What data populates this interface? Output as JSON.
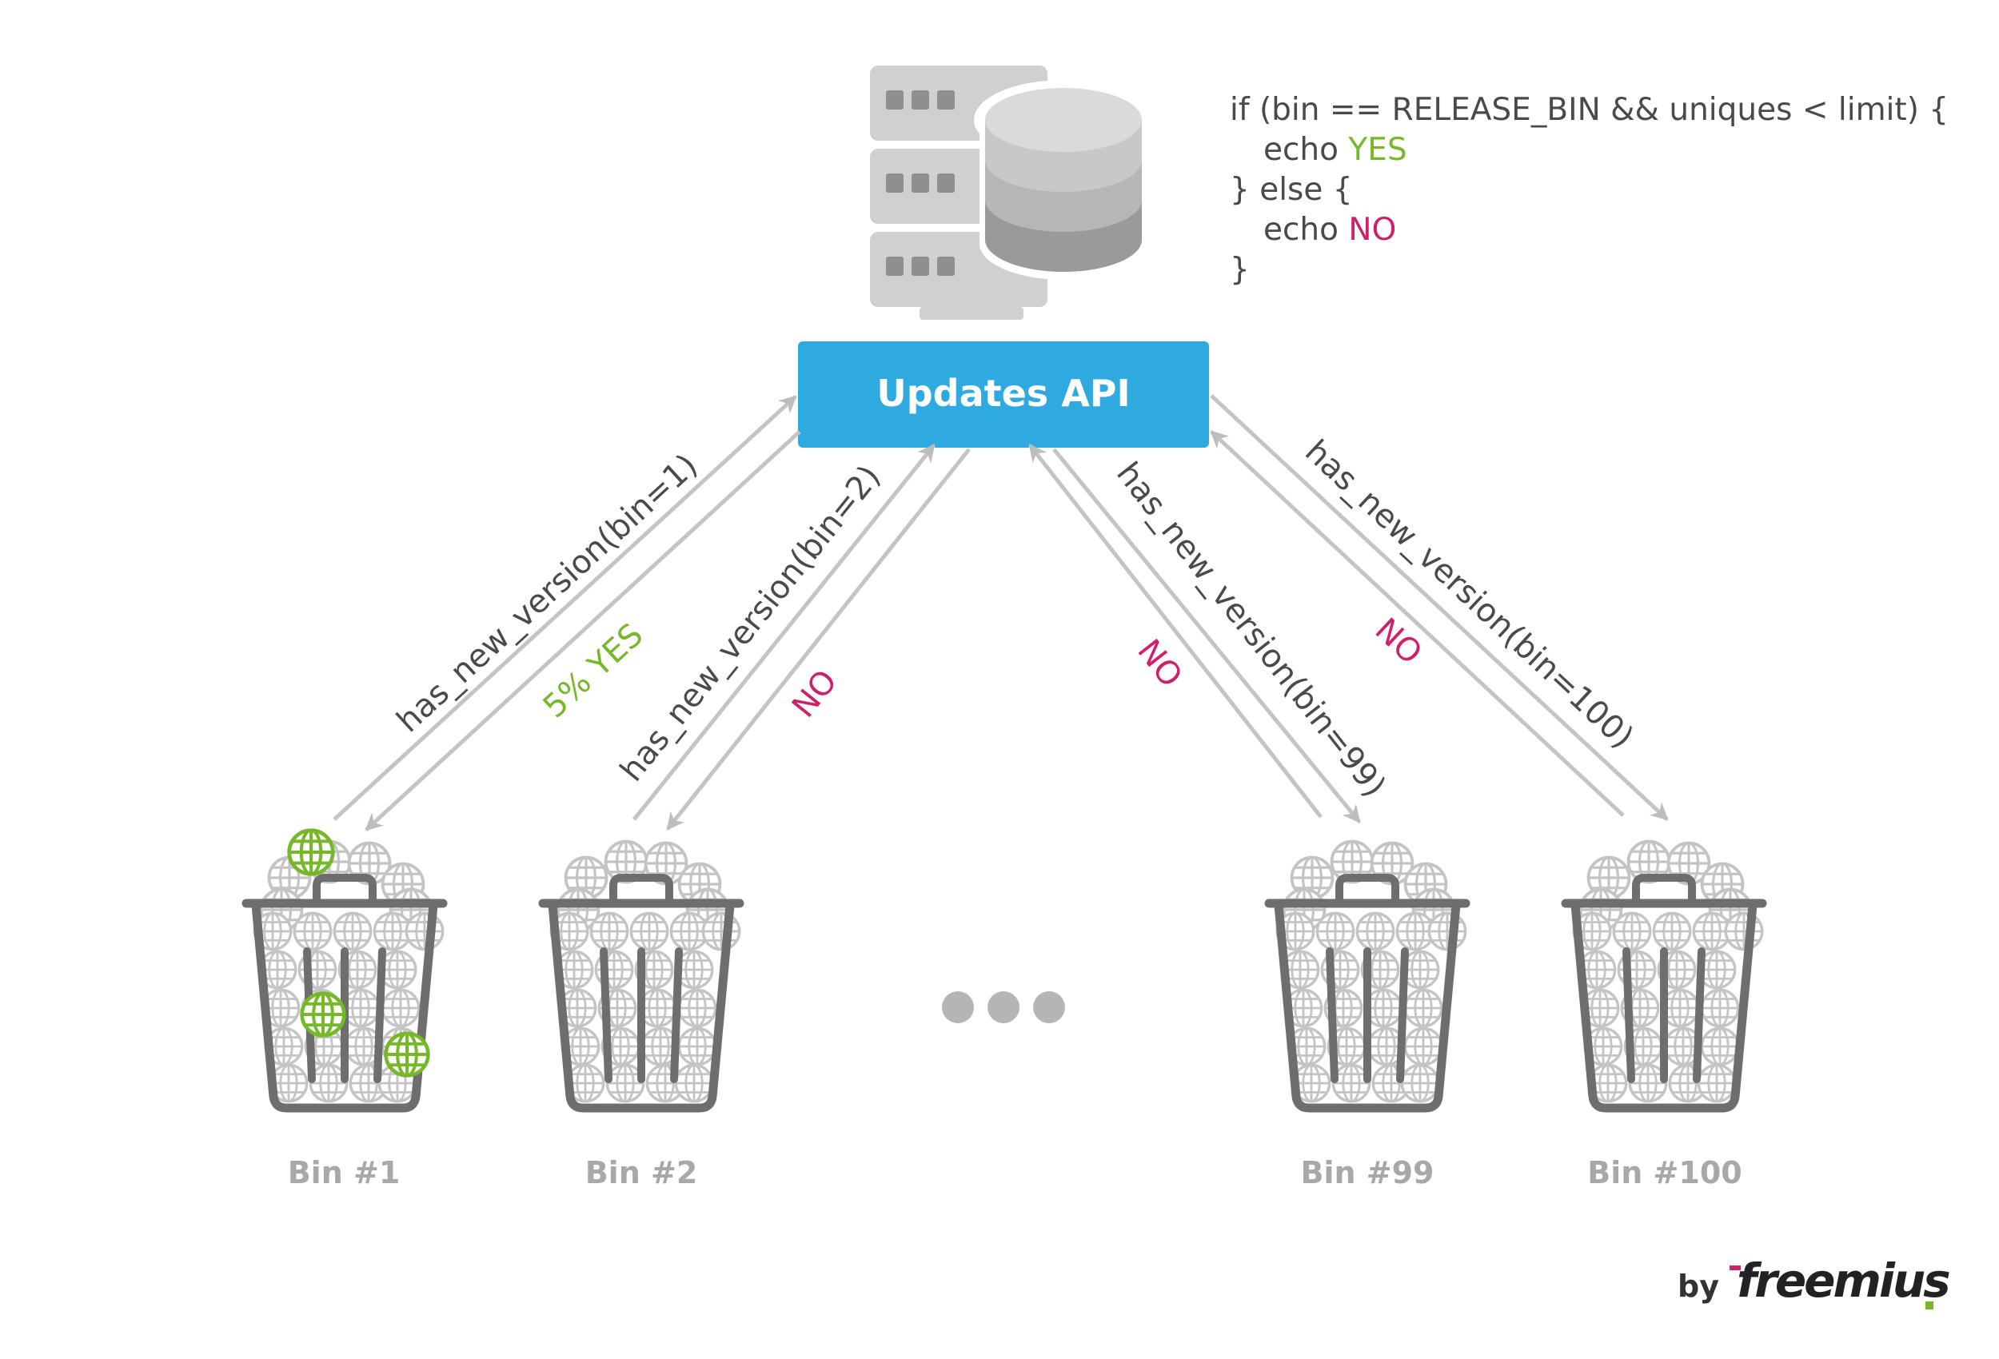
{
  "code": {
    "line1": "if (bin == RELEASE_BIN && uniques < limit) {",
    "line2_prefix": "echo ",
    "line2_value": "YES",
    "line3": "} else {",
    "line4_prefix": "echo ",
    "line4_value": "NO",
    "line5": "}"
  },
  "api": {
    "label": "Updates API"
  },
  "requests": {
    "bin1": "has_new_version(bin=1)",
    "bin2": "has_new_version(bin=2)",
    "bin99": "has_new_version(bin=99)",
    "bin100": "has_new_version(bin=100)"
  },
  "responses": {
    "bin1": "5% YES",
    "bin2": "NO",
    "bin99": "NO",
    "bin100": "NO"
  },
  "bins": [
    {
      "label": "Bin #1"
    },
    {
      "label": "Bin #2"
    },
    {
      "label": "Bin #99"
    },
    {
      "label": "Bin #100"
    }
  ],
  "footer": {
    "by": "by",
    "brand": "freemius"
  },
  "colors": {
    "api_blue": "#2eaae1",
    "yes_green": "#76b82a",
    "no_pink": "#d0206b",
    "gray": "#8a8a8a",
    "text_dark": "#4a4a4a"
  },
  "icons": {
    "server": "server-database-icon",
    "bin": "trash-bin-icon",
    "globe": "globe-icon",
    "ellipsis": "ellipsis-icon"
  }
}
